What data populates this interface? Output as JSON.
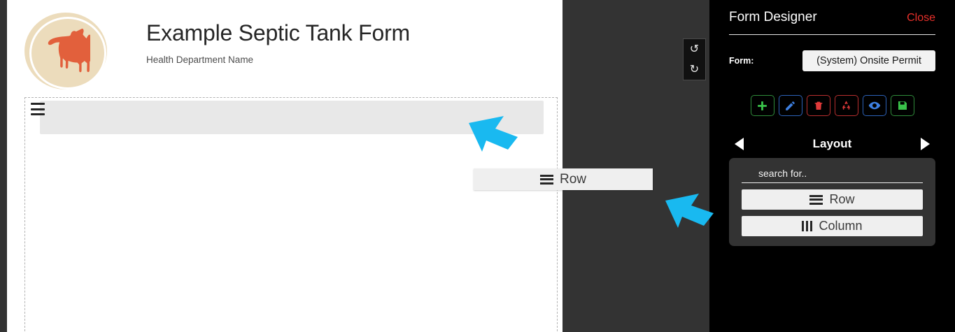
{
  "form_preview": {
    "logo": {
      "name": "dog-logo-icon",
      "badge_color": "#ecdcbc",
      "dog_color": "#e2603c"
    },
    "title": "Example Septic Tank Form",
    "subtitle": "Health Department Name",
    "canvas": {
      "row_block": {
        "handle_icon": "bars-handle-icon"
      }
    }
  },
  "history": {
    "undo_label": "↺",
    "redo_label": "↻",
    "undo_name": "undo-button",
    "redo_name": "redo-button"
  },
  "drag_chip": {
    "label": "Row",
    "icon": "bars-icon"
  },
  "cursors": {
    "color": "#19b9f0",
    "canvas_arrow": "arrow-cursor-canvas",
    "panel_arrow": "arrow-cursor-panel"
  },
  "designer": {
    "title": "Form Designer",
    "close_label": "Close",
    "close_color": "#e8302a",
    "form_label": "Form:",
    "form_value": "(System) Onsite Permit",
    "tools": [
      {
        "name": "add-button",
        "icon": "plus-icon",
        "color": "#3ac24a",
        "border": "green"
      },
      {
        "name": "edit-button",
        "icon": "pencil-icon",
        "color": "#3d7fe0",
        "border": "blue"
      },
      {
        "name": "delete-button",
        "icon": "trash-icon",
        "color": "#e03a3a",
        "border": "red"
      },
      {
        "name": "recycle-button",
        "icon": "recycle-icon",
        "color": "#e03a3a",
        "border": "red"
      },
      {
        "name": "preview-button",
        "icon": "eye-icon",
        "color": "#3d7fe0",
        "border": "blue"
      },
      {
        "name": "save-button",
        "icon": "floppy-icon",
        "color": "#3ac24a",
        "border": "green"
      }
    ],
    "section": {
      "title": "Layout",
      "prev_name": "prev-section-arrow",
      "next_name": "next-section-arrow",
      "search_placeholder": "search for..",
      "search_value": "",
      "items": [
        {
          "label": "Row",
          "icon": "bars-icon"
        },
        {
          "label": "Column",
          "icon": "columns-icon"
        }
      ]
    }
  }
}
